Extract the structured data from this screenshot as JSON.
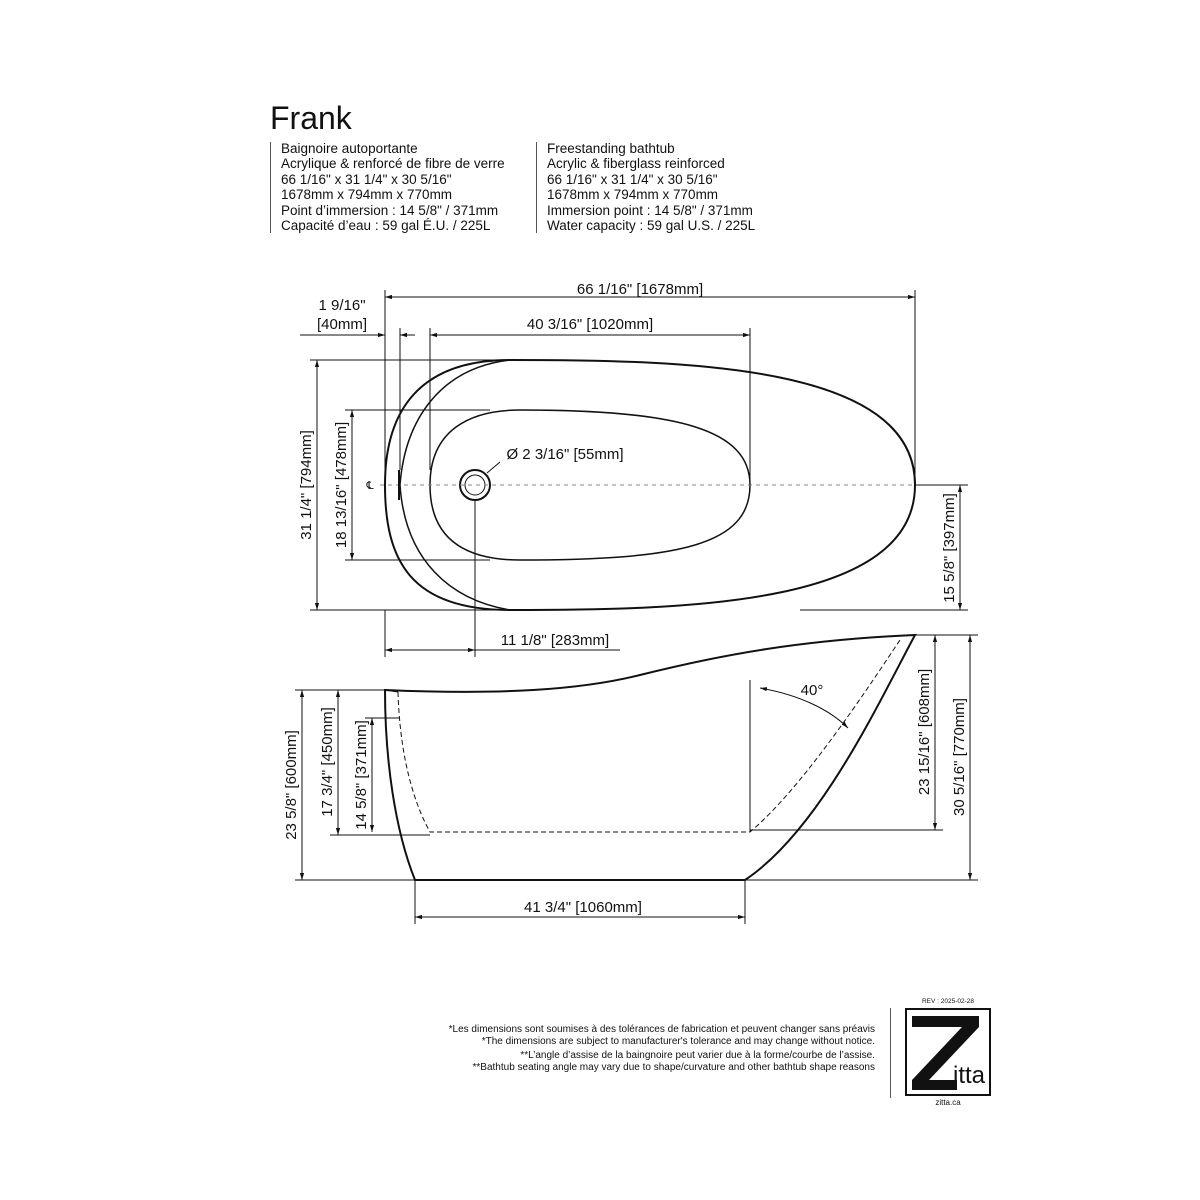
{
  "title": "Frank",
  "french": {
    "lines": [
      "Baignoire autoportante",
      "Acrylique & renforcé de fibre de verre",
      "66 1/16\" x 31 1/4\" x 30 5/16\"",
      "1678mm x 794mm x 770mm",
      "Point d’immersion : 14 5/8\" / 371mm",
      "Capacité d’eau : 59 gal É.U. / 225L"
    ]
  },
  "english": {
    "lines": [
      "Freestanding bathtub",
      "Acrylic & fiberglass reinforced",
      "66 1/16\" x 31 1/4\" x 30 5/16\"",
      "1678mm x 794mm x 770mm",
      "Immersion point : 14 5/8\" / 371mm",
      "Water capacity : 59 gal U.S. / 225L"
    ]
  },
  "top_view": {
    "overall_length": "66 1/16\" [1678mm]",
    "rim_offset_in": "1 9/16\"",
    "rim_offset_mm": "[40mm]",
    "basin_length": "40 3/16\" [1020mm]",
    "overall_width": "31 1/4\" [794mm]",
    "basin_width": "18 13/16\" [478mm]",
    "half_width": "15 5/8\" [397mm]",
    "drain_offset": "11 1/8\" [283mm]",
    "drain_diameter": "Ø 2 3/16\" [55mm]",
    "centerline": "℄"
  },
  "side_view": {
    "left_height": "23 5/8\" [600mm]",
    "depth_outer": "17 3/4\" [450mm]",
    "immersion_depth": "14 5/8\" [371mm]",
    "back_depth": "23 15/16\" [608mm]",
    "overall_height": "30 5/16\" [770mm]",
    "base_length": "41 3/4\" [1060mm]",
    "angle": "40°"
  },
  "notes": {
    "fr_tolerance": "*Les dimensions sont soumises à des tolérances de fabrication et peuvent changer sans préavis",
    "en_tolerance": "*The dimensions are subject to manufacturer's tolerance and may change without notice.",
    "fr_angle": "**L’angle d’assise de la baingnoire peut varier due à la forme/courbe de l’assise.",
    "en_angle": "**Bathtub seating angle may vary due to shape/curvature and other bathtub shape reasons"
  },
  "logo": {
    "rev": "REV : 2025-02-28",
    "z": "Z",
    "itta": "itta",
    "site": "zitta.ca"
  }
}
